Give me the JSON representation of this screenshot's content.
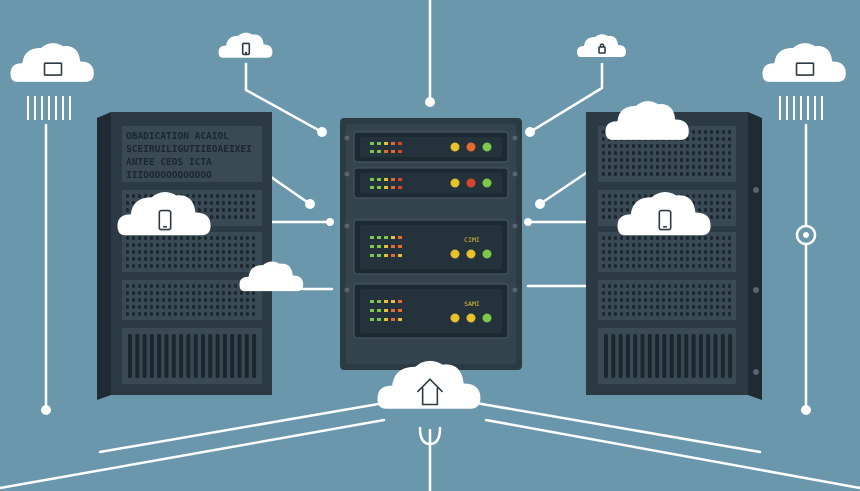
{
  "colors": {
    "background": "#6a97ac",
    "rack_dark": "#2c3a44",
    "rack_side": "#1f2b33",
    "unit_face": "#1e2a32",
    "line": "#ffffff",
    "cloud": "#ffffff",
    "led_green": "#7dc84a",
    "led_orange": "#e86a2a",
    "led_yellow": "#e8c22a",
    "led_red": "#d8452a"
  },
  "left_rack": {
    "text_lines": [
      "OBADICATION ACAIOL",
      "SCEIRUILIGUTIIEOAEIXEI",
      "ANTEE CEOS ICTA",
      "IIIOOOOOOOOOOOO"
    ]
  },
  "center_rack": {
    "unit_labels": [
      "",
      "",
      "CIMI",
      "SAMI"
    ]
  },
  "clouds": [
    {
      "name": "cloud-top-left-window",
      "icon": "window-icon"
    },
    {
      "name": "cloud-top-mid-left-phone",
      "icon": "phone-icon"
    },
    {
      "name": "cloud-top-mid-right-lock",
      "icon": "lock-icon"
    },
    {
      "name": "cloud-top-right-window",
      "icon": "window-icon"
    },
    {
      "name": "cloud-left-phone",
      "icon": "phone-icon"
    },
    {
      "name": "cloud-left-small",
      "icon": ""
    },
    {
      "name": "cloud-right-top",
      "icon": ""
    },
    {
      "name": "cloud-right-phone",
      "icon": "phone-icon"
    },
    {
      "name": "cloud-bottom-center-home",
      "icon": "home-icon"
    }
  ]
}
